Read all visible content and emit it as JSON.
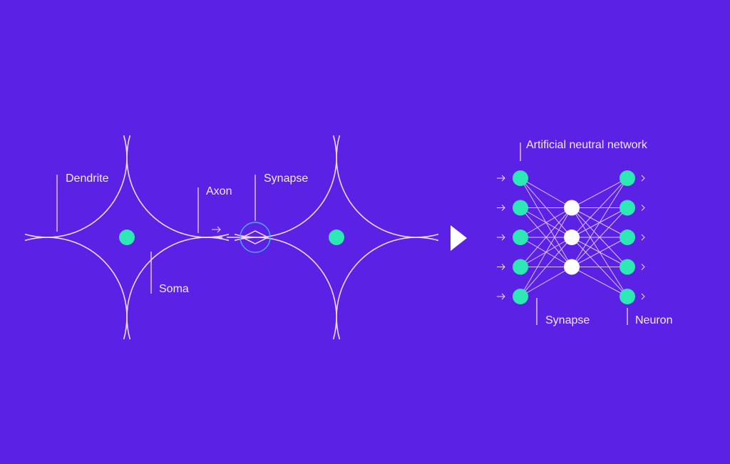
{
  "biological": {
    "labels": {
      "dendrite": "Dendrite",
      "axon": "Axon",
      "synapse": "Synapse",
      "soma": "Soma"
    }
  },
  "artificial": {
    "title": "Artificial neutral network",
    "labels": {
      "synapse": "Synapse",
      "neuron": "Neuron"
    },
    "layers": [
      5,
      3,
      5
    ]
  },
  "colors": {
    "background": "#5b21e5",
    "line": "#f0dcff",
    "node": "#2de8b4",
    "hidden_node": "#ffffff",
    "synapse_ring": "#4aa8ff"
  }
}
